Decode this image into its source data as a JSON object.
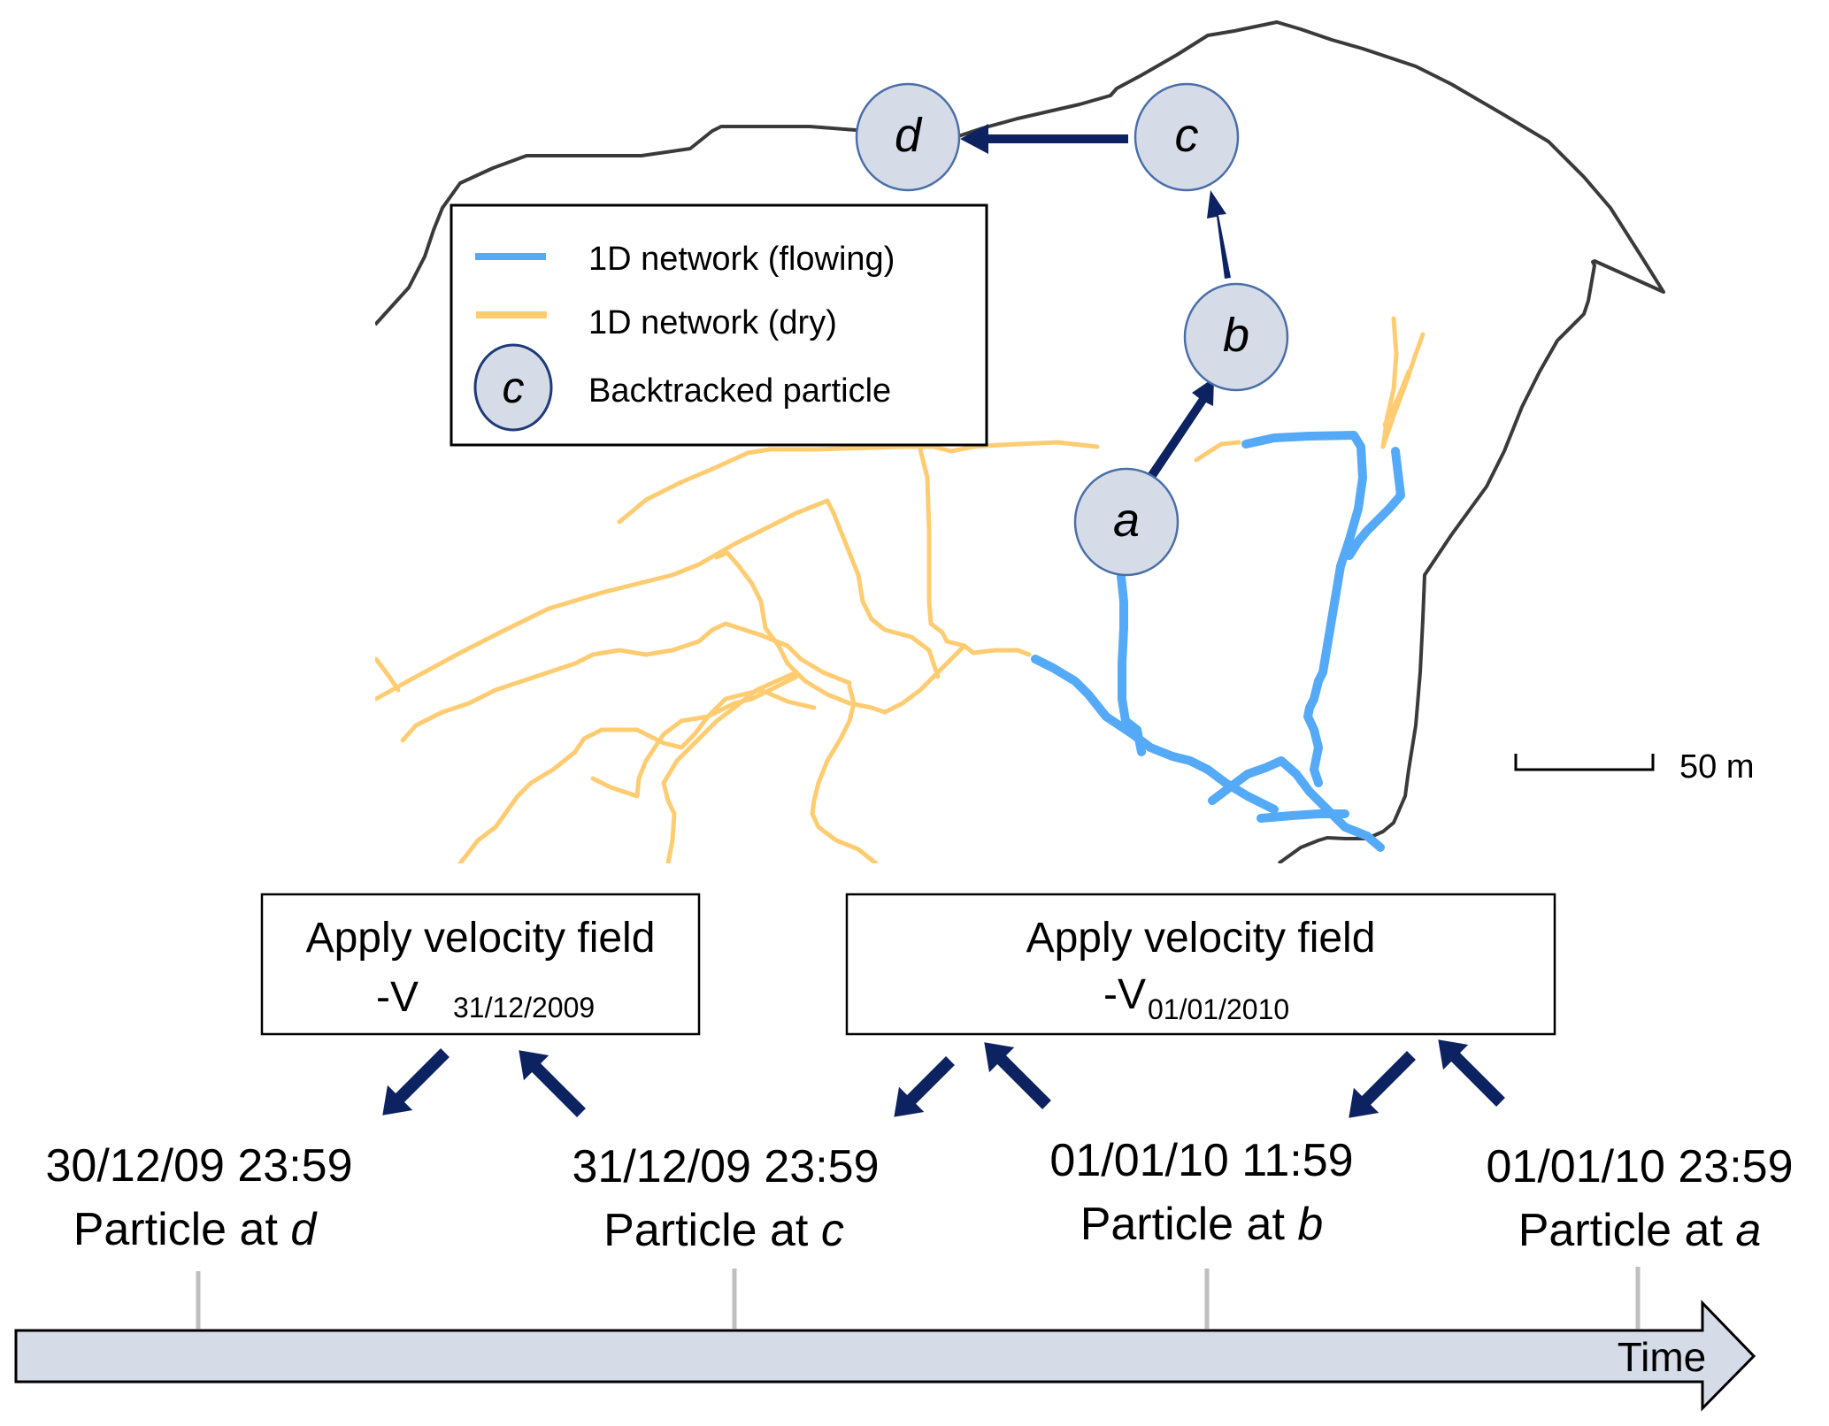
{
  "legend": {
    "items": [
      {
        "label": "1D network (flowing)",
        "swatch": "line",
        "color": "#55aaf8"
      },
      {
        "label": "1D network (dry)",
        "swatch": "line",
        "color": "#ffcc72"
      },
      {
        "label": "Backtracked particle",
        "swatch": "circle",
        "symbol": "c"
      }
    ]
  },
  "map": {
    "particles": [
      {
        "id": "a",
        "label": "a"
      },
      {
        "id": "b",
        "label": "b"
      },
      {
        "id": "c",
        "label": "c"
      },
      {
        "id": "d",
        "label": "d"
      }
    ],
    "path_order": [
      "a",
      "b",
      "c",
      "d"
    ],
    "scale_bar": {
      "label": "50 m"
    },
    "colors": {
      "boundary": "#3a3a3a",
      "flowing": "#55aaf8",
      "dry": "#ffcc72",
      "particle_fill": "#d6dce7",
      "arrow": "#0d2260"
    }
  },
  "velocity_boxes": [
    {
      "title": "Apply velocity field",
      "prefix": "-V",
      "subscript": "31/12/2009"
    },
    {
      "title": "Apply velocity field",
      "prefix": "-V",
      "subscript": "01/01/2010"
    }
  ],
  "timeline": {
    "axis_label": "Time",
    "events": [
      {
        "datetime": "30/12/09 23:59",
        "text": "Particle at ",
        "particle": "d"
      },
      {
        "datetime": "31/12/09 23:59",
        "text": "Particle at ",
        "particle": "c"
      },
      {
        "datetime": "01/01/10 11:59",
        "text": "Particle at ",
        "particle": "b"
      },
      {
        "datetime": "01/01/10 23:59",
        "text": "Particle at ",
        "particle": "a"
      }
    ]
  }
}
